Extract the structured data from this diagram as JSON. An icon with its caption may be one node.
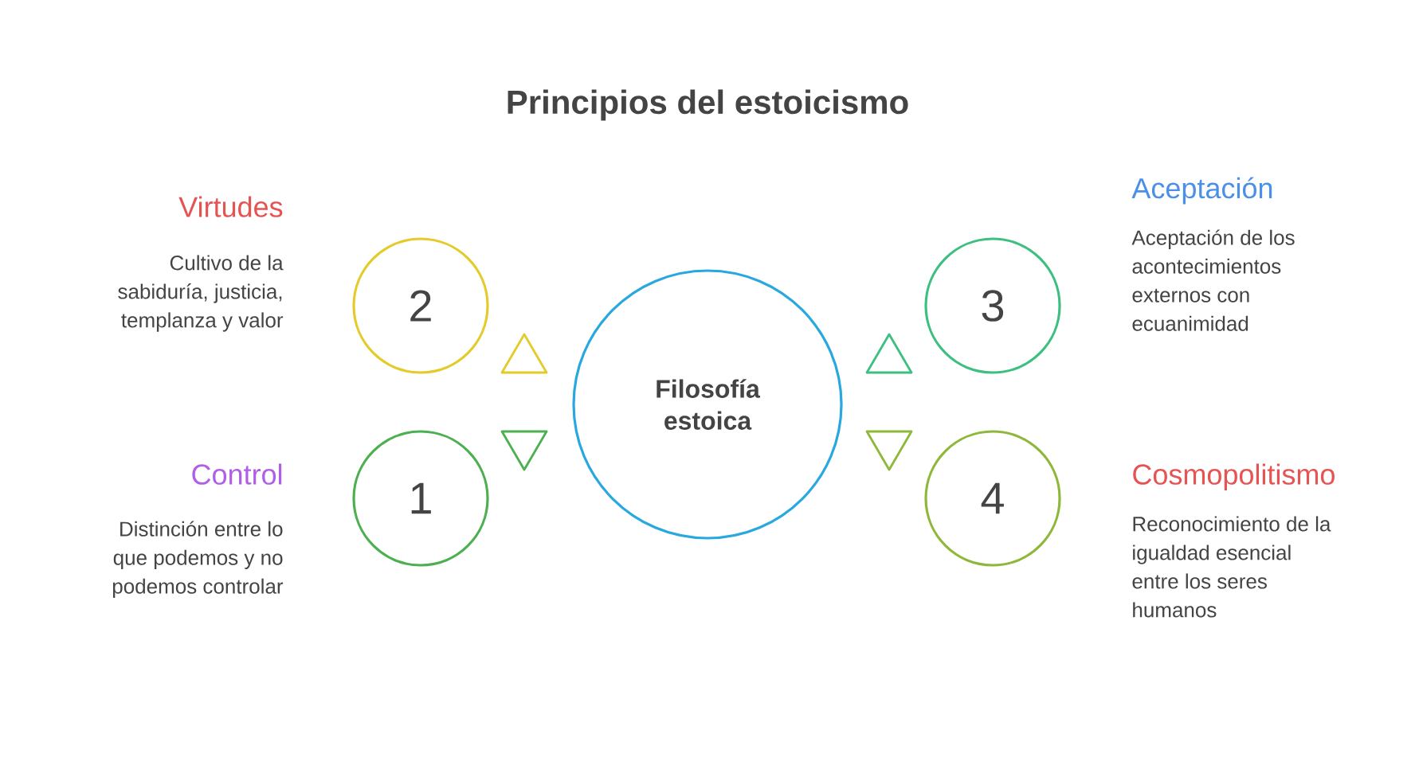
{
  "diagram": {
    "title": "Principios del estoicismo",
    "nodes": [
      {
        "text": [
          "Filosofía estoica"
        ]
      },
      {
        "text": [
          "2"
        ],
        "beside": [
          "Virtudes",
          "Cultivo de la sabiduría, justicia, templanza y valor"
        ]
      },
      {
        "text": [
          "3"
        ],
        "beside": [
          "Aceptación",
          "Aceptación de los acontecimientos externos con ecuanimidad"
        ]
      },
      {
        "text": [
          "1"
        ],
        "beside": [
          "Control",
          "Distinción entre lo que podemos y no podemos controlar"
        ]
      },
      {
        "text": [
          "4"
        ],
        "beside": [
          "Cosmopolitismo",
          "Reconocimiento de la igualdad esencial entre los seres humanos"
        ]
      }
    ]
  }
}
